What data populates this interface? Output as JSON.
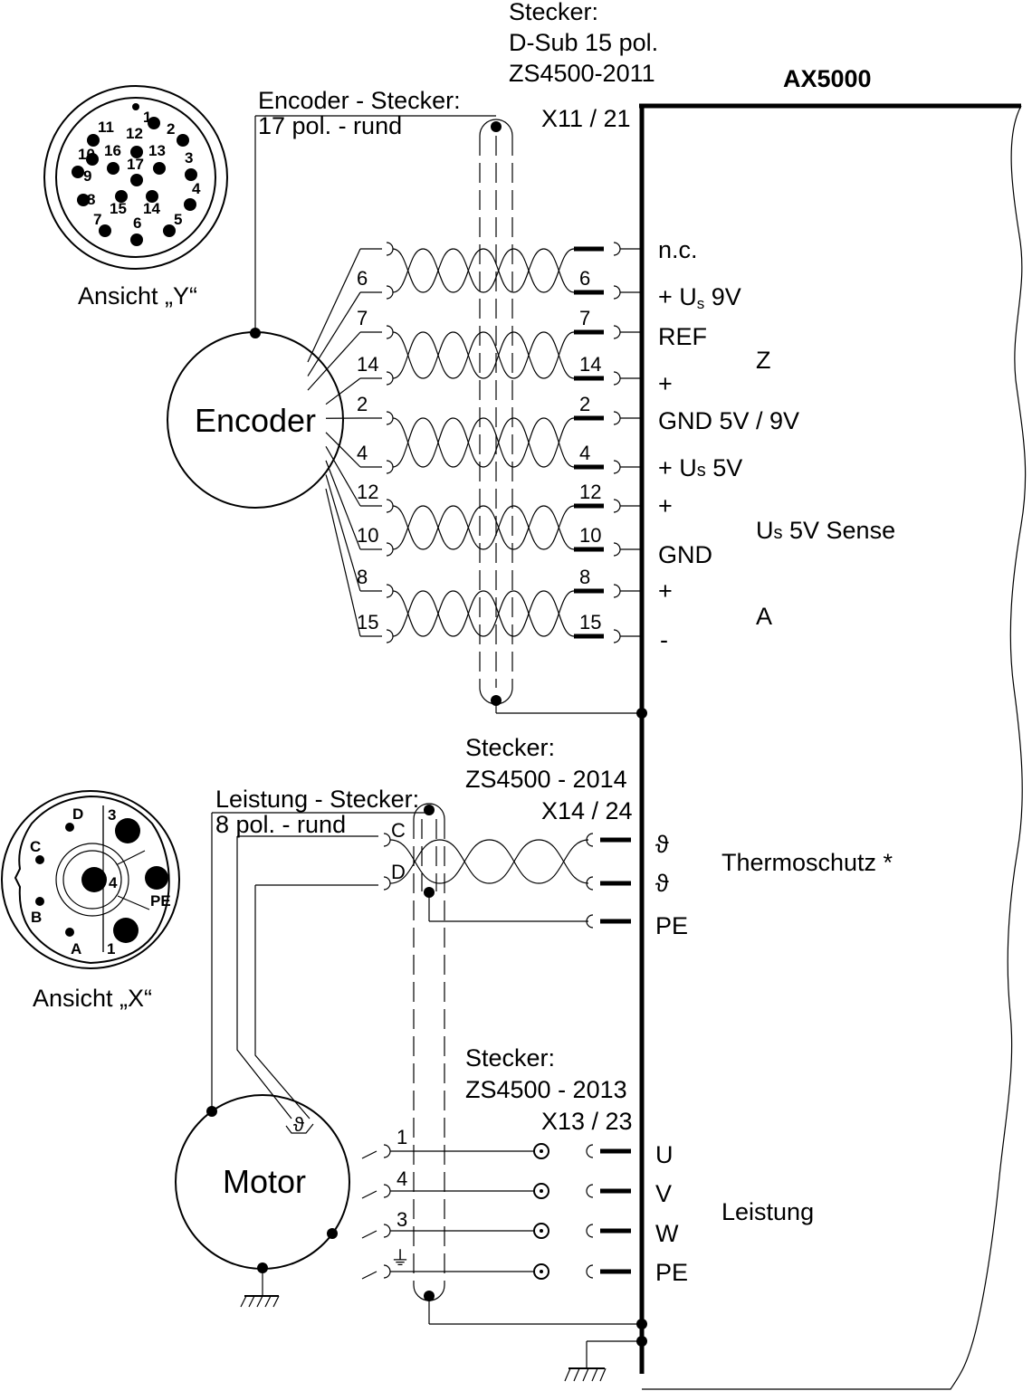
{
  "device": {
    "title": "AX5000"
  },
  "encoder_connector": {
    "stecker_label": "Stecker:",
    "type_label": "D-Sub 15 pol.",
    "part_number": "ZS4500-2011",
    "port": "X11 / 21",
    "cable_label_1": "Encoder - Stecker:",
    "cable_label_2": "17 pol. - rund",
    "view_label": "Ansicht „Y“",
    "round_pins": [
      "1",
      "2",
      "3",
      "4",
      "5",
      "6",
      "7",
      "8",
      "9",
      "10",
      "11",
      "12",
      "13",
      "14",
      "15",
      "16",
      "17"
    ]
  },
  "encoder": {
    "name": "Encoder",
    "pins": [
      "6",
      "7",
      "14",
      "2",
      "4",
      "12",
      "10",
      "8",
      "15"
    ],
    "signals": [
      "n.c.",
      "+ Us 9V",
      "REF",
      "+",
      "GND 5V / 9V",
      "+ Us 5V",
      "+",
      "GND",
      "+",
      "-"
    ],
    "groups": [
      "Z",
      "Us 5V Sense",
      "A"
    ]
  },
  "thermo_connector": {
    "stecker_label": "Stecker:",
    "part_number": "ZS4500 - 2014",
    "port": "X14 / 24",
    "cable_label_1": "Leistung - Stecker:",
    "cable_label_2": "8 pol. - rund",
    "wires": [
      "C",
      "D"
    ],
    "signals": [
      "ϑ",
      "ϑ",
      "PE"
    ],
    "group": "Thermoschutz *"
  },
  "power_connector": {
    "stecker_label": "Stecker:",
    "part_number": "ZS4500 - 2013",
    "port": "X13 / 23",
    "view_label": "Ansicht „X“",
    "round_pins": [
      "D",
      "3",
      "C",
      "4",
      "PE",
      "B",
      "A",
      "1"
    ],
    "wires": [
      "1",
      "4",
      "3"
    ],
    "signals": [
      "U",
      "V",
      "W",
      "PE"
    ],
    "group": "Leistung"
  },
  "motor": {
    "name": "Motor",
    "thermo_symbol": "ϑ"
  }
}
